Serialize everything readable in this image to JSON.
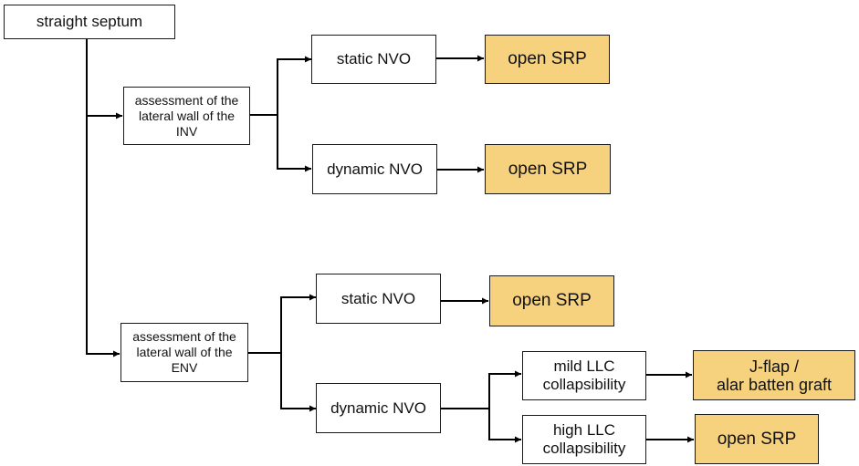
{
  "diagram": {
    "type": "flowchart",
    "nodes": {
      "root": "straight septum",
      "inv_assess": "assessment of the\nlateral wall of the\nINV",
      "inv_static": "static NVO",
      "inv_static_result": "open SRP",
      "inv_dynamic": "dynamic NVO",
      "inv_dynamic_result": "open SRP",
      "env_assess": "assessment of the\nlateral wall of the\nENV",
      "env_static": "static NVO",
      "env_static_result": "open SRP",
      "env_dynamic": "dynamic NVO",
      "mild_llc": "mild LLC\ncollapsibility",
      "mild_llc_result": "J-flap /\nalar batten graft",
      "high_llc": "high LLC\ncollapsibility",
      "high_llc_result": "open SRP"
    },
    "edges": [
      [
        "root",
        "inv_assess"
      ],
      [
        "root",
        "env_assess"
      ],
      [
        "inv_assess",
        "inv_static"
      ],
      [
        "inv_assess",
        "inv_dynamic"
      ],
      [
        "inv_static",
        "inv_static_result"
      ],
      [
        "inv_dynamic",
        "inv_dynamic_result"
      ],
      [
        "env_assess",
        "env_static"
      ],
      [
        "env_assess",
        "env_dynamic"
      ],
      [
        "env_static",
        "env_static_result"
      ],
      [
        "env_dynamic",
        "mild_llc"
      ],
      [
        "env_dynamic",
        "high_llc"
      ],
      [
        "mild_llc",
        "mild_llc_result"
      ],
      [
        "high_llc",
        "high_llc_result"
      ]
    ],
    "colors": {
      "result_fill": "#f6d27f",
      "box_border": "#1a1a1a",
      "line": "#000000"
    }
  }
}
